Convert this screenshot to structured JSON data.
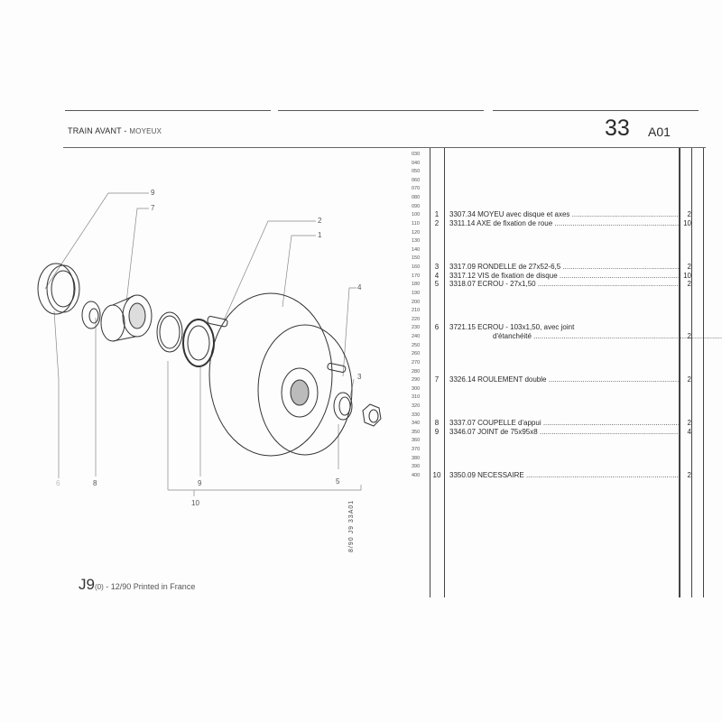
{
  "header": {
    "section": "TRAIN AVANT",
    "subsection": "MOYEUX",
    "group_number": "33",
    "page_code": "A01"
  },
  "line_numbers": [
    "030",
    "040",
    "050",
    "060",
    "070",
    "080",
    "090",
    "100",
    "110",
    "120",
    "130",
    "140",
    "150",
    "160",
    "170",
    "180",
    "190",
    "200",
    "210",
    "220",
    "230",
    "240",
    "250",
    "260",
    "270",
    "280",
    "290",
    "300",
    "310",
    "320",
    "330",
    "340",
    "350",
    "360",
    "370",
    "380",
    "390",
    "400"
  ],
  "parts": [
    {
      "line": 100,
      "ref": "1",
      "desc": "3307.34 MOYEU avec disque et axes",
      "qty": "2"
    },
    {
      "line": 110,
      "ref": "2",
      "desc": "3311.14 AXE de fixation de roue",
      "qty": "10"
    },
    {
      "line": 160,
      "ref": "3",
      "desc": "3317.09 RONDELLE de 27x52-6,5",
      "qty": "2"
    },
    {
      "line": 170,
      "ref": "4",
      "desc": "3317.12 VIS de fixation de disque",
      "qty": "10"
    },
    {
      "line": 180,
      "ref": "5",
      "desc": "3318.07 ECROU - 27x1,50",
      "qty": "2"
    },
    {
      "line": 230,
      "ref": "6",
      "desc": "3721.15 ECROU - 103x1,50, avec joint",
      "qty": ""
    },
    {
      "line": 240,
      "ref": "",
      "desc": "d'étanchéité",
      "qty": "2",
      "indent": true
    },
    {
      "line": 290,
      "ref": "7",
      "desc": "3326.14 ROULEMENT double",
      "qty": "2"
    },
    {
      "line": 340,
      "ref": "8",
      "desc": "3337.07 COUPELLE d'appui",
      "qty": "2"
    },
    {
      "line": 350,
      "ref": "9",
      "desc": "3346.07 JOINT de 75x95x8",
      "qty": "4"
    },
    {
      "line": 400,
      "ref": "10",
      "desc": "3350.09 NECESSAIRE",
      "qty": "2"
    }
  ],
  "callouts": {
    "c9a": "9",
    "c7": "7",
    "c2": "2",
    "c1": "1",
    "c4": "4",
    "c3": "3",
    "c6": "6",
    "c8": "8",
    "c9b": "9",
    "c5": "5",
    "c10": "10"
  },
  "vertical_code": "8/90  J9  33A01",
  "footer": {
    "code": "J9",
    "variant": "(0)",
    "text": "- 12/90 Printed in France"
  }
}
